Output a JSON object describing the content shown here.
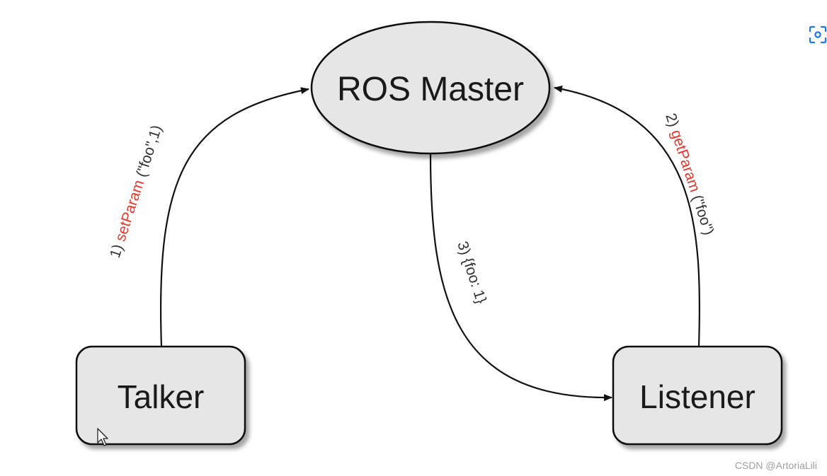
{
  "nodes": {
    "master": "ROS Master",
    "talker": "Talker",
    "listener": "Listener"
  },
  "edges": {
    "set_param": {
      "num": "1) ",
      "method": "setParam",
      "args": " (\"foo\",1)"
    },
    "get_param": {
      "num": "2) ",
      "method": "getParam",
      "args": " (\"foo\")"
    },
    "response": {
      "text": "3) {foo: 1}"
    }
  },
  "watermark": "CSDN @ArtoriaLili",
  "icons": {
    "top_right": "scan-icon",
    "cursor": "mouse-pointer-icon"
  },
  "colors": {
    "node_fill": "#e6e6e6",
    "stroke": "#111111",
    "method_text": "#e8362b",
    "label_text": "#333333",
    "icon": "#1677ff"
  }
}
